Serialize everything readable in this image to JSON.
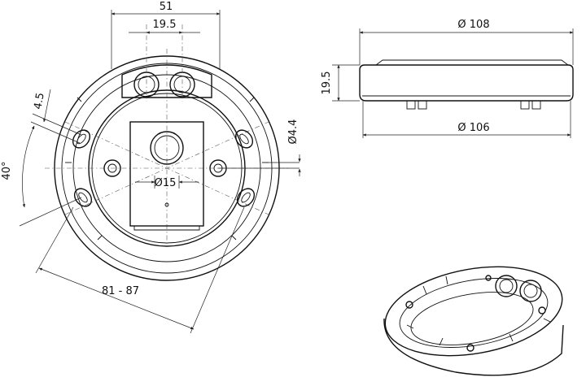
{
  "top_view": {
    "width_dim": "51",
    "gland_spacing_dim": "19.5",
    "offset_dim": "4.5",
    "angle_dim": "40°",
    "hole_dim": "Ø4.4",
    "center_hole_dim": "Ø15",
    "mount_range_dim": "81 - 87"
  },
  "side_view": {
    "outer_diameter_dim": "Ø 108",
    "height_dim": "19.5",
    "base_diameter_dim": "Ø 106"
  }
}
